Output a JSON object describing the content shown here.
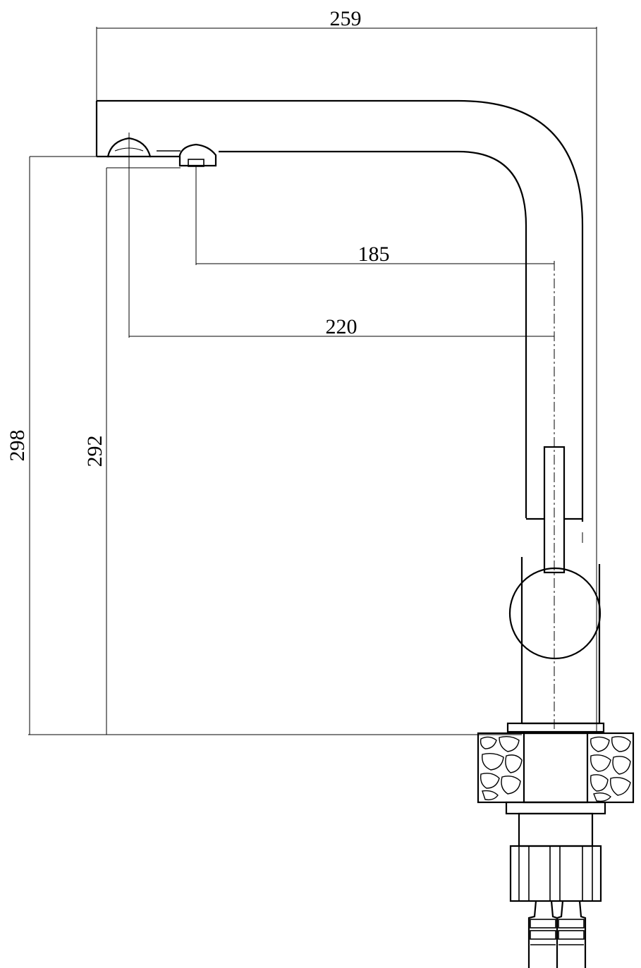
{
  "dimensions": {
    "overall_width": "259",
    "spout_reach_aerator": "185",
    "spout_reach_outlet": "220",
    "total_height": "298",
    "outlet_height": "292"
  },
  "colors": {
    "line": "#000000",
    "background": "#ffffff"
  }
}
